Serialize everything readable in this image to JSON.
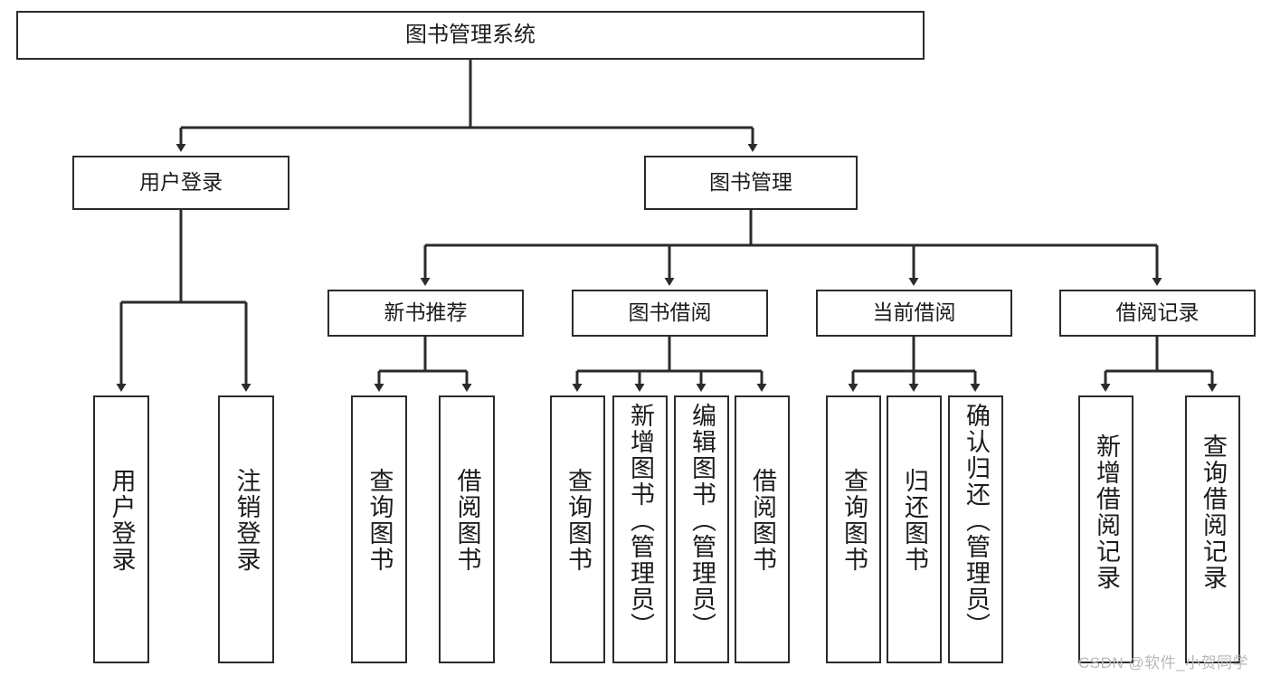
{
  "diagram": {
    "title": "图书管理系统",
    "watermark": "CSDN @软件_小贺同学",
    "colors": {
      "stroke": "#2b2b2b",
      "box_fill": "#ffffff",
      "text": "#1c1c1c",
      "watermark": "#b9b9b9",
      "background": "#ffffff"
    },
    "nodes": {
      "root": {
        "label": "图书管理系统"
      },
      "level2": [
        {
          "label": "用户登录"
        },
        {
          "label": "图书管理"
        }
      ],
      "level3": [
        {
          "label": "新书推荐"
        },
        {
          "label": "图书借阅"
        },
        {
          "label": "当前借阅"
        },
        {
          "label": "借阅记录"
        }
      ],
      "leaves_user_login": [
        {
          "label": "用户登录"
        },
        {
          "label": "注销登录"
        }
      ],
      "leaves_new_book": [
        {
          "label": "查询图书"
        },
        {
          "label": "借阅图书"
        }
      ],
      "leaves_borrow": [
        {
          "label": "查询图书"
        },
        {
          "label": "新增图书（管理员）"
        },
        {
          "label": "编辑图书（管理员）"
        },
        {
          "label": "借阅图书"
        }
      ],
      "leaves_current": [
        {
          "label": "查询图书"
        },
        {
          "label": "归还图书"
        },
        {
          "label": "确认归还（管理员）"
        }
      ],
      "leaves_records": [
        {
          "label": "新增借阅记录"
        },
        {
          "label": "查询借阅记录"
        }
      ]
    }
  }
}
